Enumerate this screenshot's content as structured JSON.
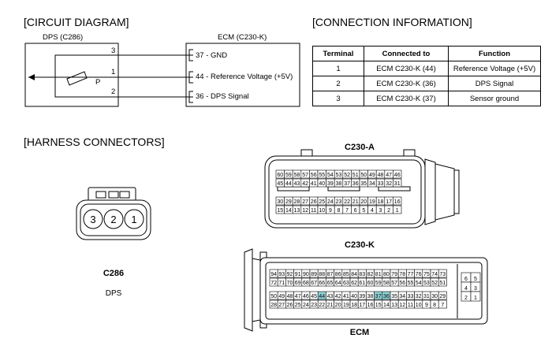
{
  "headings": {
    "circuit": "[CIRCUIT DIAGRAM]",
    "connection": "[CONNECTION INFORMATION]",
    "harness": "[HARNESS CONNECTORS]"
  },
  "circuit": {
    "dps_label": "DPS (C286)",
    "ecm_label": "ECM (C230-K)",
    "pin_numbers": [
      "3",
      "1",
      "2"
    ],
    "sensor_pin": "P",
    "ecm_pins": [
      "37 - GND",
      "44 - Reference Voltage (+5V)",
      "36 - DPS Signal"
    ]
  },
  "connection_table": {
    "headers": [
      "Terminal",
      "Connected to",
      "Function"
    ],
    "rows": [
      [
        "1",
        "ECM C230-K (44)",
        "Reference Voltage (+5V)"
      ],
      [
        "2",
        "ECM C230-K (36)",
        "DPS Signal"
      ],
      [
        "3",
        "ECM C230-K (37)",
        "Sensor ground"
      ]
    ]
  },
  "harness": {
    "c286": {
      "pins": [
        "3",
        "2",
        "1"
      ],
      "code": "C286",
      "name": "DPS"
    },
    "c230a": {
      "title": "C230-A",
      "rows": [
        [
          "60",
          "59",
          "58",
          "57",
          "56",
          "55",
          "54",
          "53",
          "52",
          "51",
          "50",
          "49",
          "48",
          "47",
          "46"
        ],
        [
          "45",
          "44",
          "43",
          "42",
          "41",
          "40",
          "39",
          "38",
          "37",
          "36",
          "35",
          "34",
          "33",
          "32",
          "31"
        ],
        [
          "30",
          "29",
          "28",
          "27",
          "26",
          "25",
          "24",
          "23",
          "22",
          "21",
          "20",
          "19",
          "18",
          "17",
          "16"
        ],
        [
          "15",
          "14",
          "13",
          "12",
          "11",
          "10",
          "9",
          "8",
          "7",
          "6",
          "5",
          "4",
          "3",
          "2",
          "1"
        ]
      ]
    },
    "c230k": {
      "title": "C230-K",
      "rows": [
        [
          "94",
          "93",
          "92",
          "91",
          "90",
          "89",
          "88",
          "87",
          "86",
          "85",
          "84",
          "83",
          "82",
          "81",
          "80",
          "79",
          "78",
          "77",
          "76",
          "75",
          "74",
          "73"
        ],
        [
          "72",
          "71",
          "70",
          "69",
          "68",
          "67",
          "66",
          "65",
          "64",
          "63",
          "62",
          "61",
          "60",
          "59",
          "58",
          "57",
          "56",
          "55",
          "54",
          "53",
          "52",
          "51"
        ],
        [
          "50",
          "49",
          "48",
          "47",
          "46",
          "45",
          "44",
          "43",
          "42",
          "41",
          "40",
          "39",
          "38",
          "37",
          "36",
          "35",
          "34",
          "33",
          "32",
          "31",
          "30",
          "29"
        ],
        [
          "28",
          "27",
          "26",
          "25",
          "24",
          "23",
          "22",
          "21",
          "20",
          "19",
          "18",
          "17",
          "16",
          "15",
          "14",
          "13",
          "12",
          "11",
          "10",
          "9",
          "8",
          "7"
        ]
      ],
      "side_pins": [
        [
          "6",
          "5"
        ],
        [
          "4",
          "3"
        ],
        [
          "2",
          "1"
        ]
      ],
      "highlighted_pins": [
        "44",
        "37",
        "36"
      ],
      "highlight_color": "#8fd3d6"
    },
    "ecm_label": "ECM"
  }
}
